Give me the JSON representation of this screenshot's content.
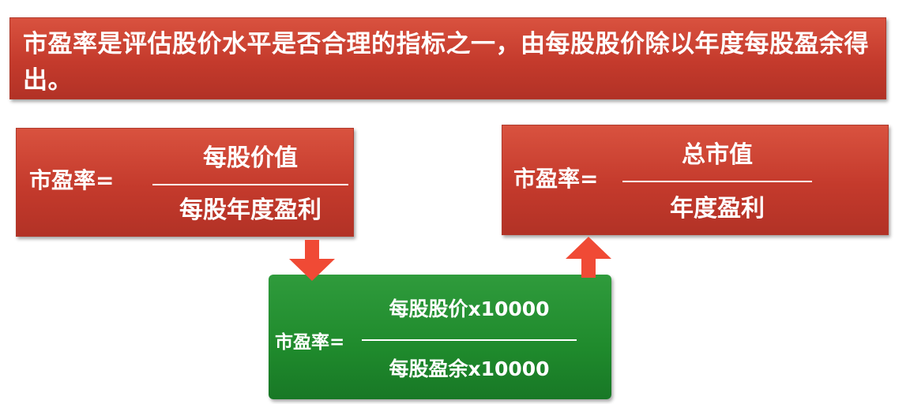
{
  "banner": {
    "text": "市盈率是评估股价水平是否合理的指标之一，由每股股价除以年度每股盈余得出。"
  },
  "formula1": {
    "lhs": "市盈率=",
    "numerator": "每股价值",
    "denominator": "每股年度盈利"
  },
  "formula2": {
    "lhs": "市盈率=",
    "numerator": "总市值",
    "denominator": "年度盈利"
  },
  "formula3": {
    "lhs": "市盈率=",
    "numerator": "每股股价x10000",
    "denominator": "每股盈余x10000"
  },
  "colors": {
    "red_box": "#c43a2c",
    "green_box": "#1f8a2c",
    "arrow": "#f04a35"
  }
}
